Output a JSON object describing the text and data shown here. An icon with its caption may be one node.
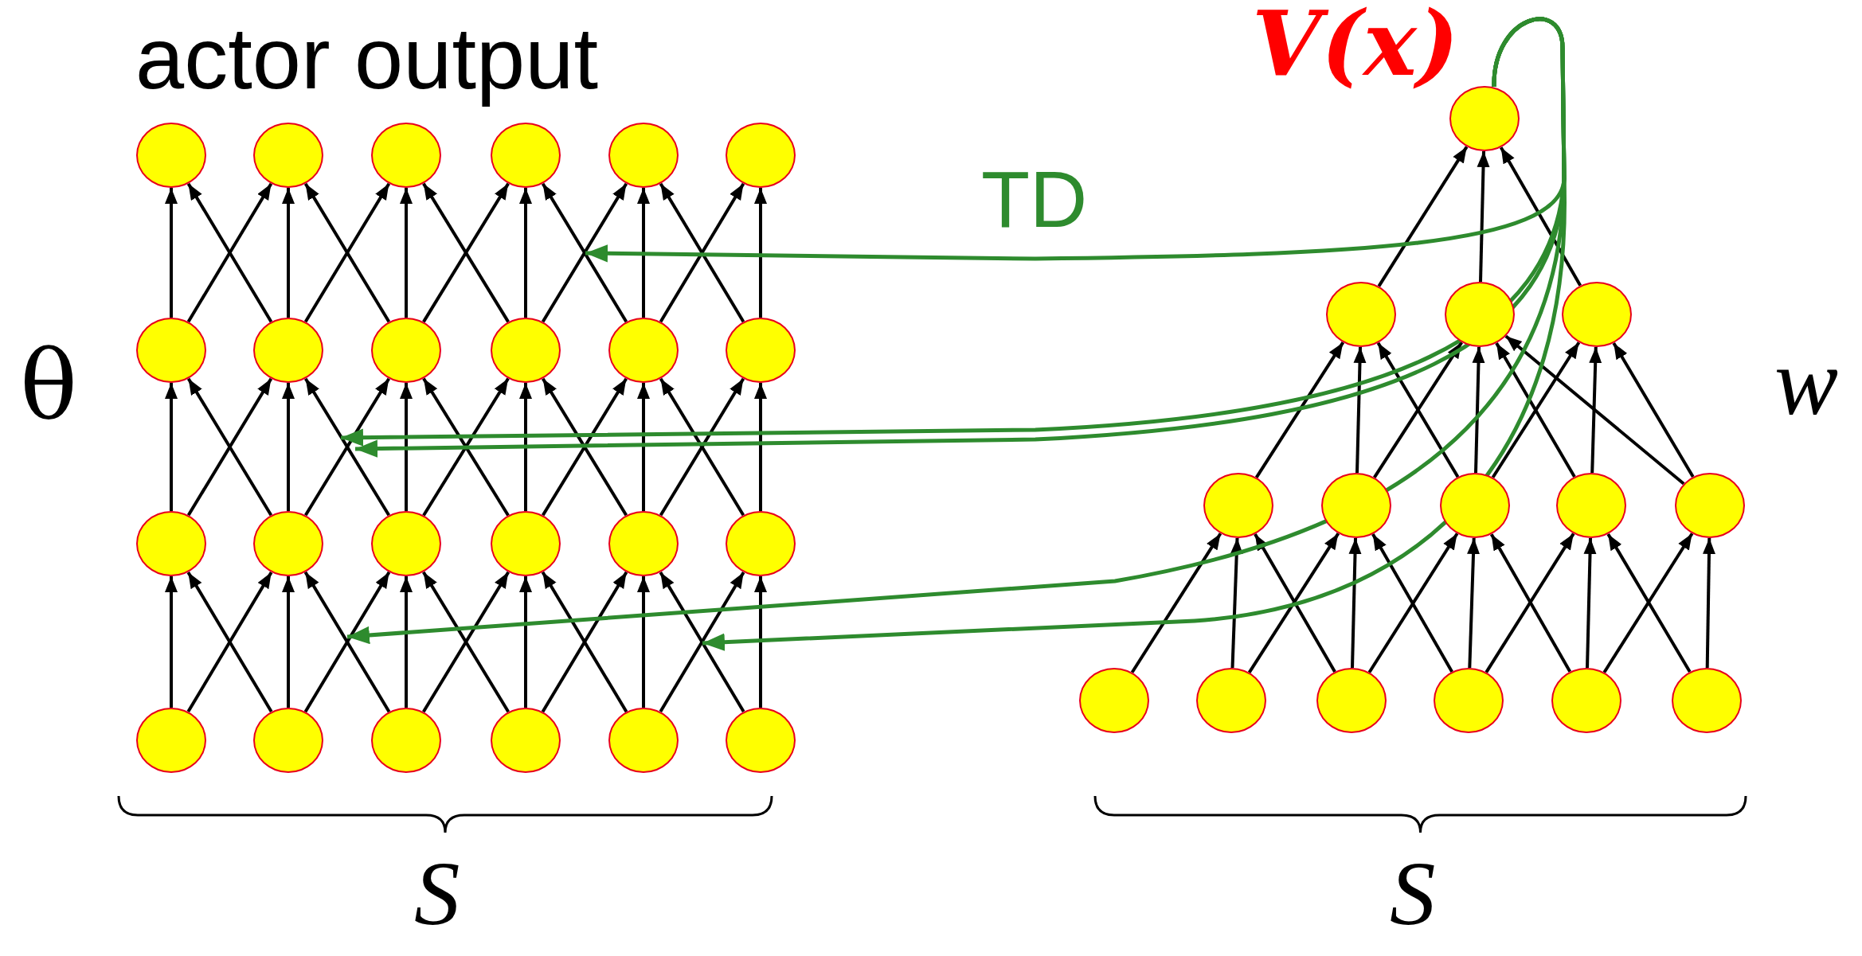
{
  "diagram": {
    "nodes": [
      {
        "text": [],
        "shape": "circle"
      },
      {
        "text": [],
        "shape": "circle"
      },
      {
        "text": [],
        "shape": "circle"
      },
      {
        "text": [],
        "shape": "circle"
      },
      {
        "text": [],
        "shape": "circle"
      },
      {
        "text": [],
        "shape": "circle"
      },
      {
        "text": [],
        "shape": "circle"
      },
      {
        "text": [],
        "shape": "circle"
      },
      {
        "text": [],
        "shape": "circle"
      },
      {
        "text": [],
        "shape": "circle"
      },
      {
        "text": [],
        "shape": "circle"
      },
      {
        "text": [],
        "shape": "circle"
      },
      {
        "text": [],
        "shape": "circle"
      },
      {
        "text": [],
        "shape": "circle"
      },
      {
        "text": [],
        "shape": "circle"
      },
      {
        "text": [],
        "shape": "circle"
      },
      {
        "text": [],
        "shape": "circle"
      },
      {
        "text": [],
        "shape": "circle"
      },
      {
        "text": [],
        "shape": "circle"
      },
      {
        "text": [],
        "shape": "circle"
      },
      {
        "text": [],
        "shape": "circle"
      },
      {
        "text": [],
        "shape": "circle"
      },
      {
        "text": [],
        "shape": "circle"
      },
      {
        "text": [],
        "shape": "circle"
      },
      {
        "text": [],
        "shape": "circle",
        "beside": [
          "V(x)"
        ]
      },
      {
        "text": [],
        "shape": "circle"
      },
      {
        "text": [],
        "shape": "circle"
      },
      {
        "text": [],
        "shape": "circle"
      },
      {
        "text": [],
        "shape": "circle"
      },
      {
        "text": [],
        "shape": "circle"
      },
      {
        "text": [],
        "shape": "circle"
      },
      {
        "text": [],
        "shape": "circle"
      },
      {
        "text": [],
        "shape": "circle"
      },
      {
        "text": [],
        "shape": "circle"
      },
      {
        "text": [],
        "shape": "circle"
      },
      {
        "text": [],
        "shape": "circle"
      },
      {
        "text": [],
        "shape": "circle"
      },
      {
        "text": [],
        "shape": "circle"
      },
      {
        "text": [],
        "shape": "circle"
      }
    ],
    "edges": [
      {
        "from": 6,
        "to": 0,
        "arrow": "to"
      },
      {
        "from": 6,
        "to": 1,
        "arrow": "to"
      },
      {
        "from": 7,
        "to": 0,
        "arrow": "to"
      },
      {
        "from": 7,
        "to": 1,
        "arrow": "to"
      },
      {
        "from": 7,
        "to": 2,
        "arrow": "to"
      },
      {
        "from": 8,
        "to": 1,
        "arrow": "to"
      },
      {
        "from": 8,
        "to": 2,
        "arrow": "to"
      },
      {
        "from": 8,
        "to": 3,
        "arrow": "to"
      },
      {
        "from": 9,
        "to": 2,
        "arrow": "to"
      },
      {
        "from": 9,
        "to": 3,
        "arrow": "to"
      },
      {
        "from": 9,
        "to": 4,
        "arrow": "to"
      },
      {
        "from": 10,
        "to": 3,
        "arrow": "to"
      },
      {
        "from": 10,
        "to": 4,
        "arrow": "to"
      },
      {
        "from": 10,
        "to": 5,
        "arrow": "to"
      },
      {
        "from": 11,
        "to": 4,
        "arrow": "to"
      },
      {
        "from": 11,
        "to": 5,
        "arrow": "to"
      },
      {
        "from": 12,
        "to": 6,
        "arrow": "to"
      },
      {
        "from": 12,
        "to": 7,
        "arrow": "to"
      },
      {
        "from": 13,
        "to": 6,
        "arrow": "to"
      },
      {
        "from": 13,
        "to": 7,
        "arrow": "to"
      },
      {
        "from": 13,
        "to": 8,
        "arrow": "to"
      },
      {
        "from": 14,
        "to": 7,
        "arrow": "to"
      },
      {
        "from": 14,
        "to": 8,
        "arrow": "to"
      },
      {
        "from": 14,
        "to": 9,
        "arrow": "to"
      },
      {
        "from": 15,
        "to": 8,
        "arrow": "to"
      },
      {
        "from": 15,
        "to": 9,
        "arrow": "to"
      },
      {
        "from": 15,
        "to": 10,
        "arrow": "to"
      },
      {
        "from": 16,
        "to": 9,
        "arrow": "to"
      },
      {
        "from": 16,
        "to": 10,
        "arrow": "to"
      },
      {
        "from": 16,
        "to": 11,
        "arrow": "to"
      },
      {
        "from": 17,
        "to": 10,
        "arrow": "to"
      },
      {
        "from": 17,
        "to": 11,
        "arrow": "to"
      },
      {
        "from": 18,
        "to": 12,
        "arrow": "to"
      },
      {
        "from": 18,
        "to": 13,
        "arrow": "to"
      },
      {
        "from": 19,
        "to": 12,
        "arrow": "to"
      },
      {
        "from": 19,
        "to": 13,
        "arrow": "to"
      },
      {
        "from": 19,
        "to": 14,
        "arrow": "to"
      },
      {
        "from": 20,
        "to": 13,
        "arrow": "to"
      },
      {
        "from": 20,
        "to": 14,
        "arrow": "to"
      },
      {
        "from": 20,
        "to": 15,
        "arrow": "to"
      },
      {
        "from": 21,
        "to": 14,
        "arrow": "to"
      },
      {
        "from": 21,
        "to": 15,
        "arrow": "to"
      },
      {
        "from": 21,
        "to": 16,
        "arrow": "to"
      },
      {
        "from": 22,
        "to": 15,
        "arrow": "to"
      },
      {
        "from": 22,
        "to": 16,
        "arrow": "to"
      },
      {
        "from": 22,
        "to": 17,
        "arrow": "to"
      },
      {
        "from": 23,
        "to": 16,
        "arrow": "to"
      },
      {
        "from": 23,
        "to": 17,
        "arrow": "to"
      },
      {
        "from": 33,
        "to": 28,
        "arrow": "to"
      },
      {
        "from": 34,
        "to": 28,
        "arrow": "to"
      },
      {
        "from": 34,
        "to": 29,
        "arrow": "to"
      },
      {
        "from": 35,
        "to": 28,
        "arrow": "to"
      },
      {
        "from": 35,
        "to": 29,
        "arrow": "to"
      },
      {
        "from": 35,
        "to": 30,
        "arrow": "to"
      },
      {
        "from": 36,
        "to": 29,
        "arrow": "to"
      },
      {
        "from": 36,
        "to": 30,
        "arrow": "to"
      },
      {
        "from": 36,
        "to": 31,
        "arrow": "to"
      },
      {
        "from": 37,
        "to": 30,
        "arrow": "to"
      },
      {
        "from": 37,
        "to": 31,
        "arrow": "to"
      },
      {
        "from": 37,
        "to": 32,
        "arrow": "to"
      },
      {
        "from": 38,
        "to": 31,
        "arrow": "to"
      },
      {
        "from": 38,
        "to": 32,
        "arrow": "to"
      },
      {
        "from": 28,
        "to": 25,
        "arrow": "to"
      },
      {
        "from": 29,
        "to": 25,
        "arrow": "to"
      },
      {
        "from": 29,
        "to": 26,
        "arrow": "to"
      },
      {
        "from": 30,
        "to": 25,
        "arrow": "to"
      },
      {
        "from": 30,
        "to": 26,
        "arrow": "to"
      },
      {
        "from": 30,
        "to": 27,
        "arrow": "to"
      },
      {
        "from": 31,
        "to": 26,
        "arrow": "to"
      },
      {
        "from": 31,
        "to": 27,
        "arrow": "to"
      },
      {
        "from": 32,
        "to": 26,
        "arrow": "to"
      },
      {
        "from": 32,
        "to": 27,
        "arrow": "to"
      },
      {
        "from": 25,
        "to": 24,
        "arrow": "to"
      },
      {
        "from": 26,
        "to": 24,
        "arrow": "to"
      },
      {
        "from": 27,
        "to": 24,
        "arrow": "to"
      },
      {
        "from": 24,
        "to": null,
        "arrow": "to",
        "color": "#2e8b2e",
        "label": "TD"
      },
      {
        "from": 24,
        "to": null,
        "arrow": "to",
        "color": "#2e8b2e"
      },
      {
        "from": 24,
        "to": null,
        "arrow": "to",
        "color": "#2e8b2e"
      },
      {
        "from": 24,
        "to": null,
        "arrow": "to",
        "color": "#2e8b2e"
      },
      {
        "from": 24,
        "to": null,
        "arrow": "to",
        "color": "#2e8b2e"
      }
    ],
    "labels": [
      "actor output",
      "θ",
      "w",
      "S",
      "S"
    ]
  }
}
